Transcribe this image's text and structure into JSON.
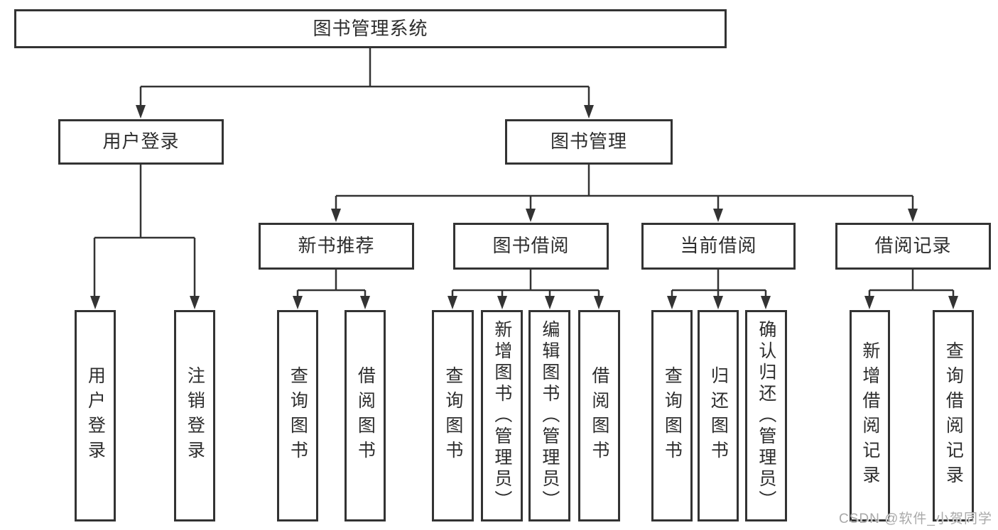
{
  "diagram_title": "图书管理系统",
  "nodes": {
    "root": "图书管理系统",
    "user_login": "用户登录",
    "book_management": "图书管理",
    "new_book_recommend": "新书推荐",
    "book_borrow": "图书借阅",
    "current_borrow": "当前借阅",
    "borrow_records": "借阅记录",
    "leaf_user_login": "用户登录",
    "leaf_logout": "注销登录",
    "leaf_rec_query_books": "查询图书",
    "leaf_rec_borrow_books": "借阅图书",
    "leaf_bb_query_books": "查询图书",
    "leaf_bb_add_books_admin": "新增图书（管理员）",
    "leaf_bb_edit_books_admin": "编辑图书（管理员）",
    "leaf_bb_borrow_books": "借阅图书",
    "leaf_cb_query_books": "查询图书",
    "leaf_cb_return_books": "归还图书",
    "leaf_cb_confirm_return_admin": "确认归还（管理员）",
    "leaf_br_add_record": "新增借阅记录",
    "leaf_br_query_record": "查询借阅记录"
  },
  "colors": {
    "line": "#333333",
    "text": "#2d2d2d",
    "watermark": "#a9a9a9",
    "background": "#ffffff"
  },
  "watermark": "CSDN @软件_小贺同学"
}
